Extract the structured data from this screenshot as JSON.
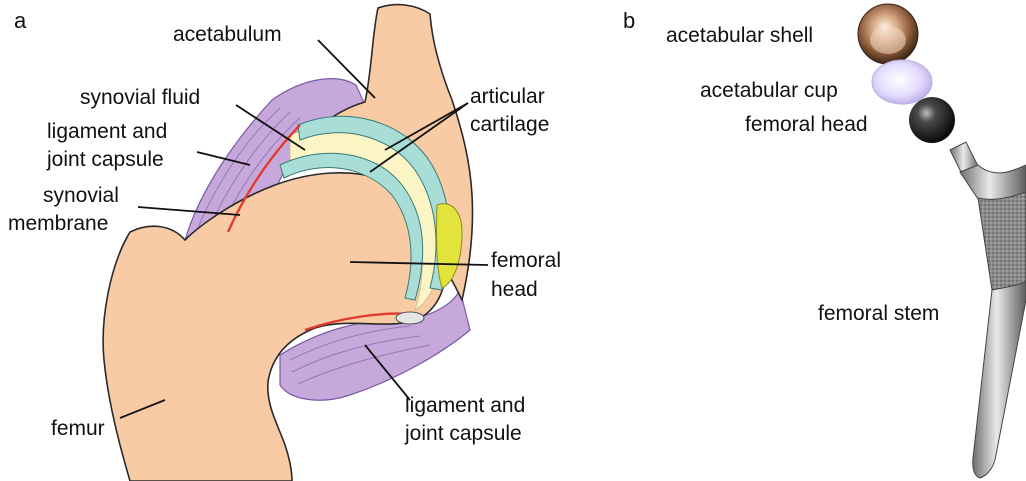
{
  "panel_a": {
    "letter": "a",
    "labels": {
      "acetabulum": "acetabulum",
      "synovial_fluid": "synovial fluid",
      "articular_cartilage": [
        "articular",
        "cartilage"
      ],
      "ligament_capsule_top": [
        "ligament and",
        "joint capsule"
      ],
      "synovial_membrane": [
        "synovial",
        "membrane"
      ],
      "femoral_head": [
        "femoral",
        "head"
      ],
      "ligament_capsule_bottom": [
        "ligament and",
        "joint capsule"
      ],
      "femur": "femur"
    }
  },
  "panel_b": {
    "letter": "b",
    "labels": {
      "acetabular_shell": "acetabular shell",
      "acetabular_cup": "acetabular cup",
      "femoral_head": "femoral head",
      "femoral_stem": "femoral stem"
    }
  },
  "colors": {
    "bone": "#F8CBA4",
    "ligament": "#C7A8DB",
    "ligament_line": "#8A6CB0",
    "cartilage": "#A9DED8",
    "synovial_fluid": "#FBF4C4",
    "membrane": "#E23A2E",
    "fat_pad": "#E2E43C",
    "metal": "#9A9A9A"
  }
}
